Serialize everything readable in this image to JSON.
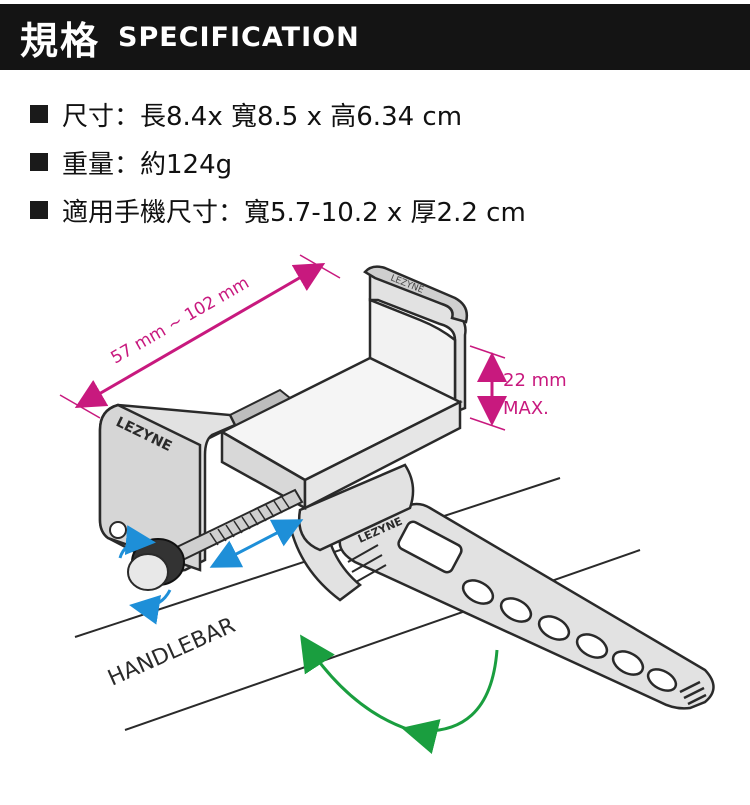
{
  "header": {
    "title_cjk": "規格",
    "title_en": "SPECIFICATION"
  },
  "specs": [
    {
      "text": "尺寸：長8.4x 寬8.5 x 高6.34 cm"
    },
    {
      "text": "重量：約124g"
    },
    {
      "text": "適用手機尺寸：寬5.7-10.2 x 厚2.2 cm"
    }
  ],
  "diagram": {
    "width_label": "57 mm ~ 102 mm",
    "depth_label_1": "22 mm",
    "depth_label_2": "MAX.",
    "handlebar_label": "HANDLEBAR",
    "brand_top": "LEZYNE",
    "brand_front": "LEZYNE",
    "brand_strap": "LEZYNE"
  },
  "colors": {
    "accent": "#c8197e",
    "blue": "#1e8fd8",
    "green": "#1a9e3f",
    "line": "#2a2a2a",
    "fill": "#e2e2e2"
  }
}
